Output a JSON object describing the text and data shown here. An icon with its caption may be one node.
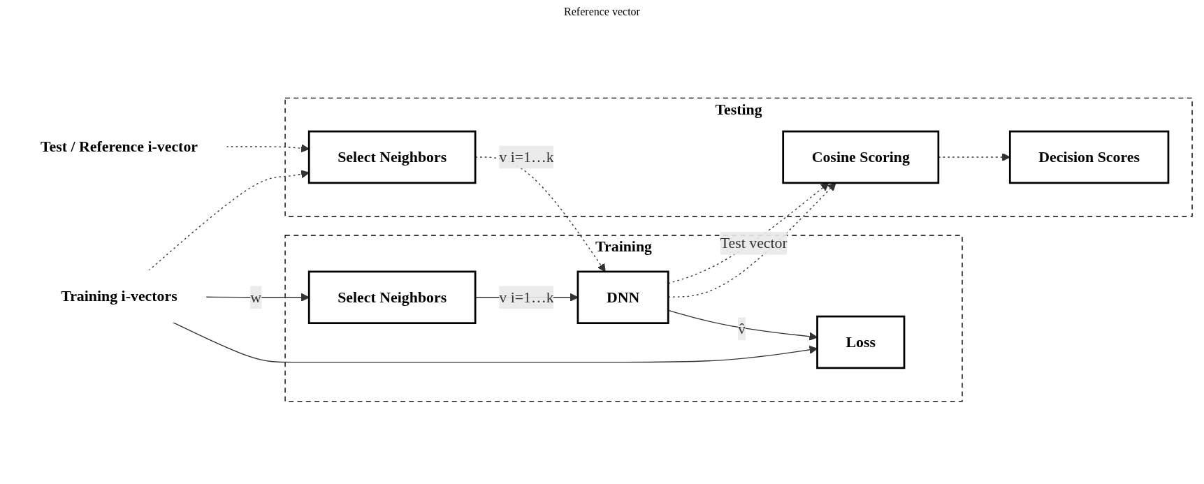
{
  "diagram": {
    "nodes": [
      {
        "text": [
          "Training"
        ]
      },
      {
        "text": [
          "Training i-vectors"
        ]
      },
      {
        "text": [
          "Select Neighbors"
        ],
        "in": 0
      },
      {
        "text": [
          "DNN"
        ],
        "in": 0
      },
      {
        "text": [
          "Loss"
        ],
        "in": 0
      },
      {
        "text": [
          "Testing"
        ]
      },
      {
        "text": [
          "Test / Reference i-vector"
        ]
      },
      {
        "text": [
          "Select Neighbors"
        ],
        "in": 5
      },
      {
        "text": [
          "Cosine Scoring"
        ],
        "in": 5
      },
      {
        "text": [
          "Decision Scores"
        ],
        "in": 5
      }
    ],
    "edges": [
      {
        "from": 1,
        "to": 2,
        "arrow": "to",
        "label": "w"
      },
      {
        "from": 1,
        "to": 4,
        "arrow": "to"
      },
      {
        "from": 1,
        "to": 7,
        "arrow": "to",
        "style": "dashed"
      },
      {
        "from": 2,
        "to": 3,
        "arrow": "to",
        "label": "v i=1…k"
      },
      {
        "from": 3,
        "to": 4,
        "arrow": "to",
        "label": "v̂"
      },
      {
        "from": 7,
        "to": 3,
        "arrow": "to",
        "style": "dashed",
        "label": "v i=1…k"
      },
      {
        "from": 3,
        "to": 8,
        "arrow": "to",
        "style": "dashed"
      },
      {
        "from": 3,
        "to": 8,
        "arrow": "to",
        "style": "dashed",
        "label": "Test vector"
      },
      {
        "from": 6,
        "to": 7,
        "arrow": "to",
        "style": "dashed"
      },
      {
        "from": 8,
        "to": 9,
        "arrow": "to",
        "style": "dashed"
      }
    ],
    "labels": [
      "Reference vector"
    ]
  }
}
